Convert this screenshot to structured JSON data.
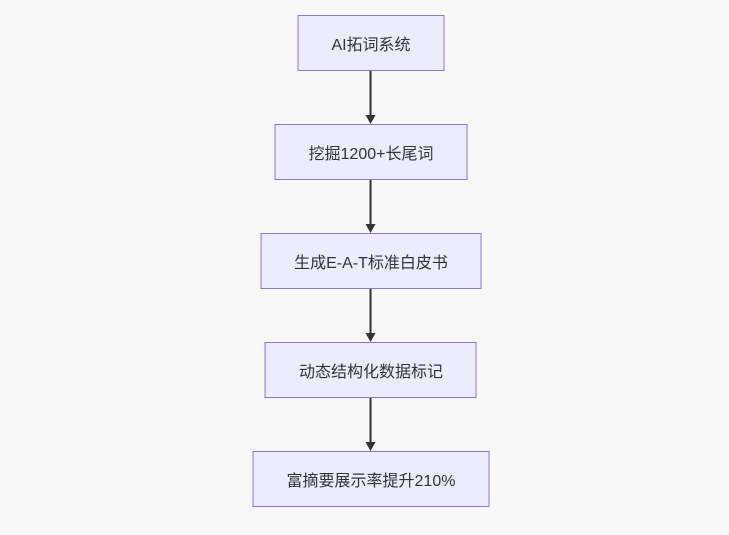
{
  "diagram": {
    "type": "flowchart",
    "direction": "top-down",
    "nodes": [
      {
        "id": "step-1",
        "label": "AI拓词系统"
      },
      {
        "id": "step-2",
        "label": "挖掘1200+长尾词"
      },
      {
        "id": "step-3",
        "label": "生成E-A-T标准白皮书"
      },
      {
        "id": "step-4",
        "label": "动态结构化数据标记"
      },
      {
        "id": "step-5",
        "label": "富摘要展示率提升210%"
      }
    ],
    "edges": [
      {
        "from": "step-1",
        "to": "step-2",
        "style": "solid-arrow"
      },
      {
        "from": "step-2",
        "to": "step-3",
        "style": "solid-arrow"
      },
      {
        "from": "step-3",
        "to": "step-4",
        "style": "solid-arrow"
      },
      {
        "from": "step-4",
        "to": "step-5",
        "style": "solid-arrow"
      }
    ],
    "colors": {
      "background": "#f8f8f8",
      "node_fill": "#ECECFF",
      "node_border": "#9370DB",
      "text": "#333333",
      "arrow": "#333333"
    }
  }
}
